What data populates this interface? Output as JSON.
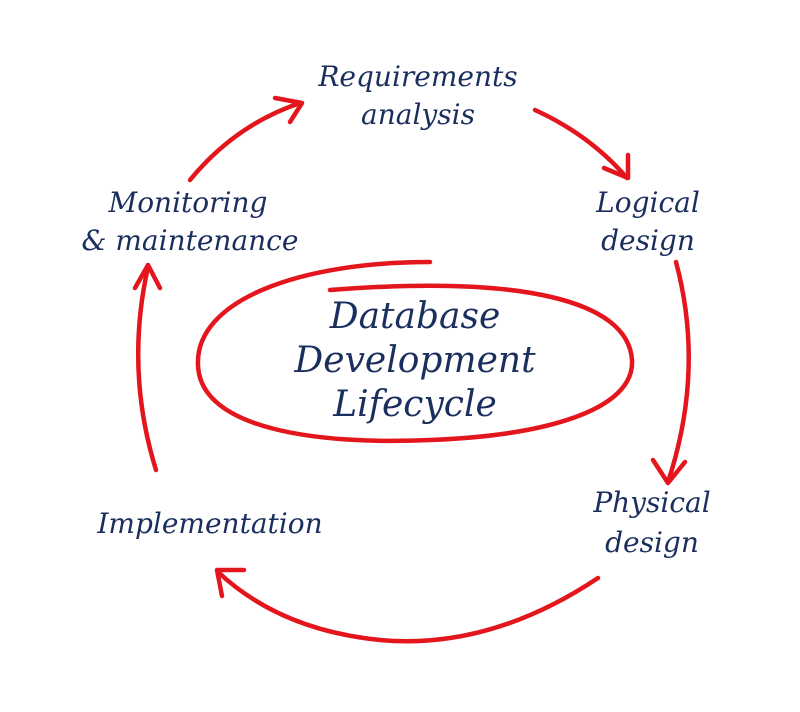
{
  "title": [
    "Database",
    "Development",
    "Lifecycle"
  ],
  "stages": [
    {
      "lines": [
        "Requirements",
        "analysis"
      ]
    },
    {
      "lines": [
        "Logical",
        "design"
      ]
    },
    {
      "lines": [
        "Physical",
        "design"
      ]
    },
    {
      "lines": [
        "Implementation"
      ]
    },
    {
      "lines": [
        "Monitoring",
        "& maintenance"
      ]
    }
  ],
  "colors": {
    "text": "#1b2f5e",
    "arrows": "#e3161d"
  }
}
